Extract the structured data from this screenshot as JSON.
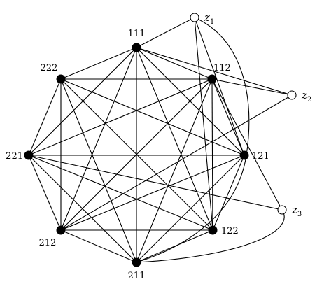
{
  "graph": {
    "vertices": [
      {
        "id": "111",
        "label": "111",
        "filled": true
      },
      {
        "id": "112",
        "label": "112",
        "filled": true
      },
      {
        "id": "121",
        "label": "121",
        "filled": true
      },
      {
        "id": "122",
        "label": "122",
        "filled": true
      },
      {
        "id": "211",
        "label": "211",
        "filled": true
      },
      {
        "id": "212",
        "label": "212",
        "filled": true
      },
      {
        "id": "221",
        "label": "221",
        "filled": true
      },
      {
        "id": "222",
        "label": "222",
        "filled": true
      },
      {
        "id": "z1",
        "label": "z",
        "subscript": "1",
        "filled": false
      },
      {
        "id": "z2",
        "label": "z",
        "subscript": "2",
        "filled": false
      },
      {
        "id": "z3",
        "label": "z",
        "subscript": "3",
        "filled": false
      }
    ],
    "edges": [
      [
        "111",
        "112"
      ],
      [
        "111",
        "121"
      ],
      [
        "111",
        "122"
      ],
      [
        "111",
        "211"
      ],
      [
        "111",
        "212"
      ],
      [
        "111",
        "221"
      ],
      [
        "111",
        "222"
      ],
      [
        "112",
        "121"
      ],
      [
        "112",
        "122"
      ],
      [
        "112",
        "211"
      ],
      [
        "112",
        "212"
      ],
      [
        "112",
        "221"
      ],
      [
        "112",
        "222"
      ],
      [
        "121",
        "122"
      ],
      [
        "121",
        "211"
      ],
      [
        "121",
        "212"
      ],
      [
        "121",
        "221"
      ],
      [
        "121",
        "222"
      ],
      [
        "122",
        "211"
      ],
      [
        "122",
        "212"
      ],
      [
        "122",
        "221"
      ],
      [
        "122",
        "222"
      ],
      [
        "211",
        "212"
      ],
      [
        "211",
        "221"
      ],
      [
        "211",
        "222"
      ],
      [
        "212",
        "221"
      ],
      [
        "212",
        "222"
      ],
      [
        "221",
        "222"
      ],
      [
        "z1",
        "111"
      ],
      [
        "z1",
        "121"
      ],
      [
        "z1",
        "122"
      ],
      [
        "z2",
        "111"
      ],
      [
        "z2",
        "112"
      ],
      [
        "z2",
        "212"
      ],
      [
        "z3",
        "221"
      ],
      [
        "z3",
        "112"
      ]
    ],
    "curved_edges": [
      [
        "z1",
        "211"
      ],
      [
        "z3",
        "211"
      ]
    ]
  }
}
